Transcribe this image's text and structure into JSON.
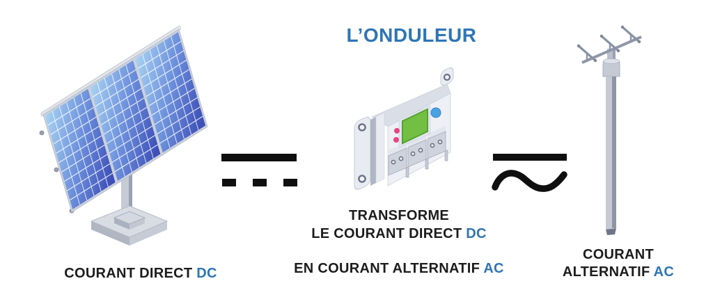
{
  "title": "L’ONDULEUR",
  "solar_panel": {
    "caption": "COURANT DIRECT",
    "caption_accent": "DC"
  },
  "inverter": {
    "line1": "TRANSFORME",
    "line2": "LE COURANT DIRECT",
    "line2_accent": "DC",
    "line3": "EN COURANT ALTERNATIF",
    "line3_accent": "AC"
  },
  "grid_pole": {
    "caption_line1": "COURANT",
    "caption_line2": "ALTERNATIF",
    "caption_accent": "AC"
  },
  "icons": {
    "dc_symbol": "dc-current-symbol",
    "dc_symbol_glyph": "⎓",
    "ac_symbol": "ac-current-symbol",
    "ac_symbol_glyph": "⎓~",
    "left_illustration": "solar-panel",
    "center_illustration": "inverter-device",
    "right_illustration": "utility-pole"
  },
  "colors": {
    "accent_blue": "#2e75b6",
    "text_dark": "#1c1c1c",
    "symbol_black": "#0f0f0f",
    "panel_blue_light": "#a8d2f2",
    "panel_blue_dark": "#3d4fb8",
    "screen_green": "#72bf43",
    "button_blue": "#4aa1e3",
    "led_pink": "#e84580",
    "metal_gray": "#c5cad5"
  }
}
